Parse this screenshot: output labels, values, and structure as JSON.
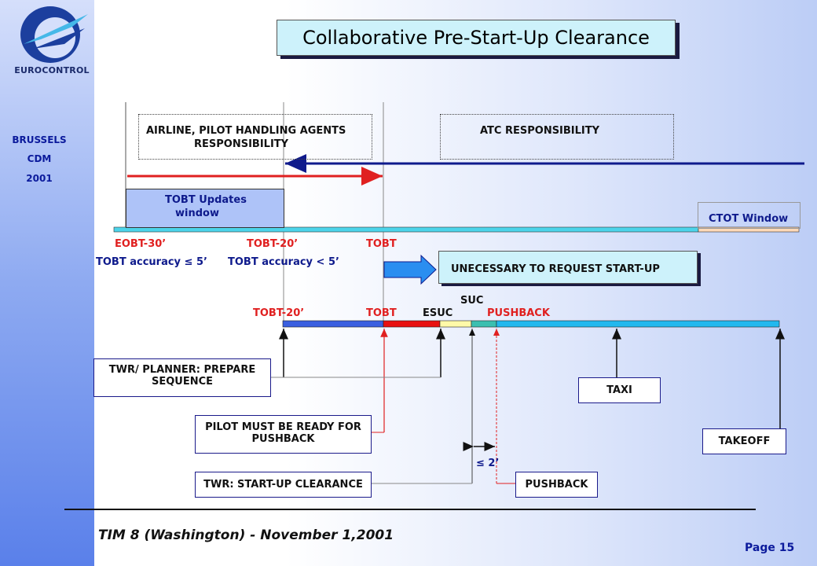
{
  "sidebar": {
    "logo_text": "EUROCONTROL",
    "lines": [
      "BRUSSELS",
      "CDM",
      "2001"
    ]
  },
  "title": "Collaborative Pre-Start-Up Clearance",
  "responsibility": {
    "airline": [
      "AIRLINE, PILOT HANDLING AGENTS",
      "RESPONSIBILITY"
    ],
    "atc": "ATC RESPONSIBILITY"
  },
  "tobt_window": [
    "TOBT Updates",
    "window"
  ],
  "ctot_window": "CTOT Window",
  "upper_timeline": {
    "eobt30": "EOBT-30’",
    "tobt20": "TOBT-20’",
    "tobt": "TOBT",
    "acc1": "TOBT accuracy ≤ 5’",
    "acc2": "TOBT accuracy < 5’"
  },
  "unnecessary": "UNECESSARY TO REQUEST START-UP",
  "lower_timeline": {
    "tobt20": "TOBT-20’",
    "tobt": "TOBT",
    "esuc": "ESUC",
    "suc": "SUC",
    "pushback": "PUSHBACK"
  },
  "boxes": {
    "planner": [
      "TWR/ PLANNER: PREPARE",
      "SEQUENCE"
    ],
    "pilot": [
      "PILOT MUST BE READY FOR",
      "PUSHBACK"
    ],
    "startup": "TWR: START-UP CLEARANCE",
    "taxi": "TAXI",
    "takeoff": "TAKEOFF",
    "pushback": "PUSHBACK"
  },
  "interval": "≤ 2’",
  "footer": "TIM 8 (Washington) - November 1,2001",
  "page": "Page 15",
  "colors": {
    "navy": "#0e1a8c",
    "red": "#e02020",
    "segment_blue": "#3a5fe0",
    "segment_red": "#e81010",
    "segment_yellow": "#fff9a8",
    "segment_teal": "#3bbfb0",
    "segment_cyan": "#22b8ee"
  }
}
